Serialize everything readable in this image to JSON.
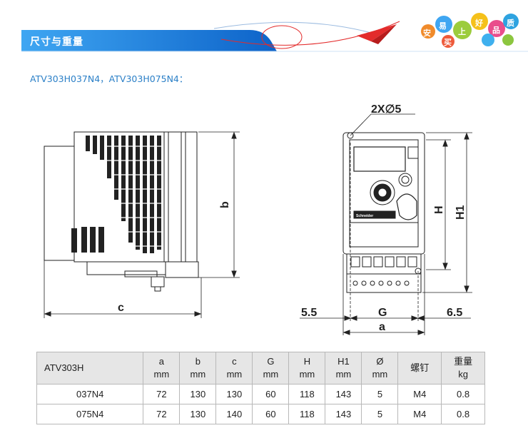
{
  "banner": {
    "title": "尺寸与重量",
    "slogan_chars": [
      "安",
      "易",
      "买",
      "上",
      "好",
      "品",
      "质"
    ],
    "colors": {
      "gradient_start": "#3fa6f2",
      "gradient_end": "#0d63c9",
      "accent_red": "#e32b2b"
    }
  },
  "model_line": "ATV303H037N4，ATV303H075N4：",
  "drawing": {
    "hole_label": "2X∅5",
    "dim_b": "b",
    "dim_c": "c",
    "dim_H": "H",
    "dim_H1": "H1",
    "dim_left": "5.5",
    "dim_G": "G",
    "dim_right": "6.5",
    "dim_a": "a",
    "brand": "Schneider"
  },
  "table": {
    "headers": [
      {
        "top": "ATV303H",
        "bottom": ""
      },
      {
        "top": "a",
        "bottom": "mm"
      },
      {
        "top": "b",
        "bottom": "mm"
      },
      {
        "top": "c",
        "bottom": "mm"
      },
      {
        "top": "G",
        "bottom": "mm"
      },
      {
        "top": "H",
        "bottom": "mm"
      },
      {
        "top": "H1",
        "bottom": "mm"
      },
      {
        "top": "Ø",
        "bottom": "mm"
      },
      {
        "top": "螺钉",
        "bottom": ""
      },
      {
        "top": "重量",
        "bottom": "kg"
      }
    ],
    "rows": [
      [
        "037N4",
        "72",
        "130",
        "130",
        "60",
        "118",
        "143",
        "5",
        "M4",
        "0.8"
      ],
      [
        "075N4",
        "72",
        "130",
        "140",
        "60",
        "118",
        "143",
        "5",
        "M4",
        "0.8"
      ]
    ]
  }
}
